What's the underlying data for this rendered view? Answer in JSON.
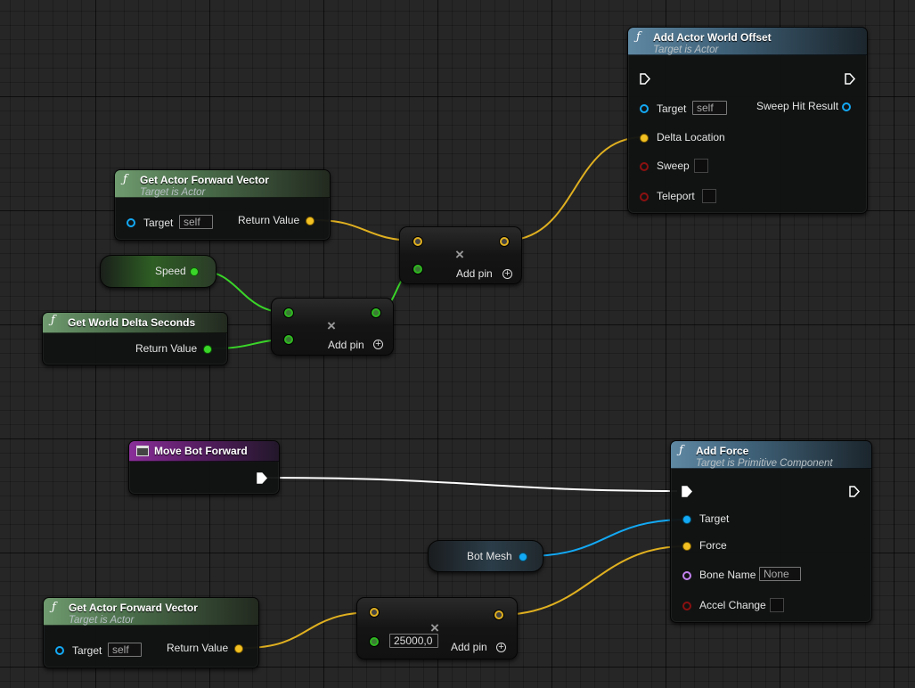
{
  "graph": {
    "add_actor_world_offset": {
      "title": "Add Actor World Offset",
      "subtitle": "Target is Actor",
      "inputs": {
        "target": "Target",
        "target_default": "self",
        "delta_location": "Delta Location",
        "sweep": "Sweep",
        "teleport": "Teleport"
      },
      "outputs": {
        "sweep_hit_result": "Sweep Hit Result"
      }
    },
    "get_actor_forward_vector_top": {
      "title": "Get Actor Forward Vector",
      "subtitle": "Target is Actor",
      "target": "Target",
      "target_default": "self",
      "return_value": "Return Value"
    },
    "speed_var": {
      "label": "Speed"
    },
    "get_world_delta_seconds": {
      "title": "Get World Delta Seconds",
      "return_value": "Return Value"
    },
    "multiply_top": {
      "add_pin": "Add pin",
      "operator_icon": "multiply-icon"
    },
    "multiply_mid": {
      "add_pin": "Add pin",
      "operator_icon": "multiply-icon"
    },
    "move_bot_forward": {
      "title": "Move Bot Forward"
    },
    "add_force": {
      "title": "Add Force",
      "subtitle": "Target is Primitive Component",
      "target": "Target",
      "force": "Force",
      "bone_name": "Bone Name",
      "bone_name_default": "None",
      "accel_change": "Accel Change"
    },
    "bot_mesh_var": {
      "label": "Bot Mesh"
    },
    "get_actor_forward_vector_bottom": {
      "title": "Get Actor Forward Vector",
      "subtitle": "Target is Actor",
      "target": "Target",
      "target_default": "self",
      "return_value": "Return Value"
    },
    "multiply_bottom": {
      "add_pin": "Add pin",
      "multiplier_value": "25000,0",
      "operator_icon": "multiply-icon"
    }
  },
  "icons": {
    "function": "function-icon",
    "event": "custom-event-icon",
    "exec": "exec-pin-icon"
  },
  "colors": {
    "vector_pin": "#f2c022",
    "float_pin": "#3ad629",
    "object_pin": "#13a9f4",
    "bool_pin": "#8b1010",
    "name_pin": "#c482f0",
    "exec_wire": "#ffffff",
    "function_header": "#4a6d4a",
    "target_function_header": "#3f6178",
    "event_header": "#8a2f99"
  }
}
